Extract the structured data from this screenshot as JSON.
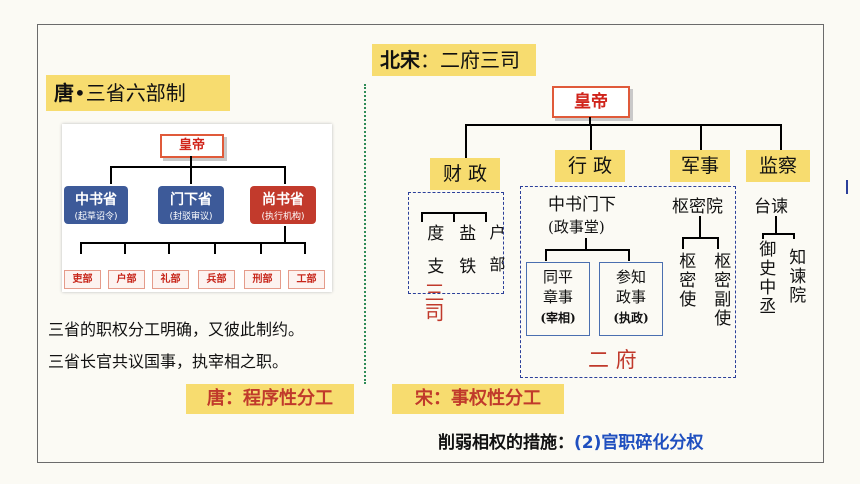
{
  "left": {
    "tag_lead": "唐",
    "tag_rest": "•三省六部制",
    "diagram": {
      "emperor": "皇帝",
      "depts": [
        {
          "name": "中书省",
          "note": "(起草诏令)"
        },
        {
          "name": "门下省",
          "note": "(封驳审议)"
        },
        {
          "name": "尚书省",
          "note": "(执行机构)"
        }
      ],
      "bureaus": [
        "吏部",
        "户部",
        "礼部",
        "兵部",
        "刑部",
        "工部"
      ]
    },
    "line1": "三省的职权分工明确，又彼此制约。",
    "line2": "三省长官共议国事，执宰相之职。",
    "summary_lead": "唐",
    "summary_rest": "：程序性分工"
  },
  "right": {
    "tag_lead": "北宋",
    "tag_rest": "：二府三司",
    "emperor": "皇帝",
    "branches": [
      "财 政",
      "行 政",
      "军事",
      "监察"
    ],
    "finance_items": [
      "度支",
      "盐铁",
      "户部"
    ],
    "finance_label": "三司",
    "admin_title": "中书门下",
    "admin_sub": "(政事堂)",
    "admin_roles": [
      {
        "name": "同平章事",
        "note": "(宰相)"
      },
      {
        "name": "参知政事",
        "note": "(执政)"
      }
    ],
    "military_title": "枢密院",
    "military_roles": [
      "枢密使",
      "枢密副使"
    ],
    "supervision_title": "台谏",
    "supervision_roles": [
      "御史中丞",
      "知谏院"
    ],
    "fu_label": "二 府",
    "summary_lead": "宋",
    "summary_rest": "：事权性分工"
  },
  "footer": {
    "lead": "削弱相权的措施：",
    "emph": "(2)官职碎化分权"
  },
  "colors": {
    "tag_bg": "#f7dc6f",
    "accent_red": "#c0392b",
    "accent_blue": "#1f4fbf"
  }
}
